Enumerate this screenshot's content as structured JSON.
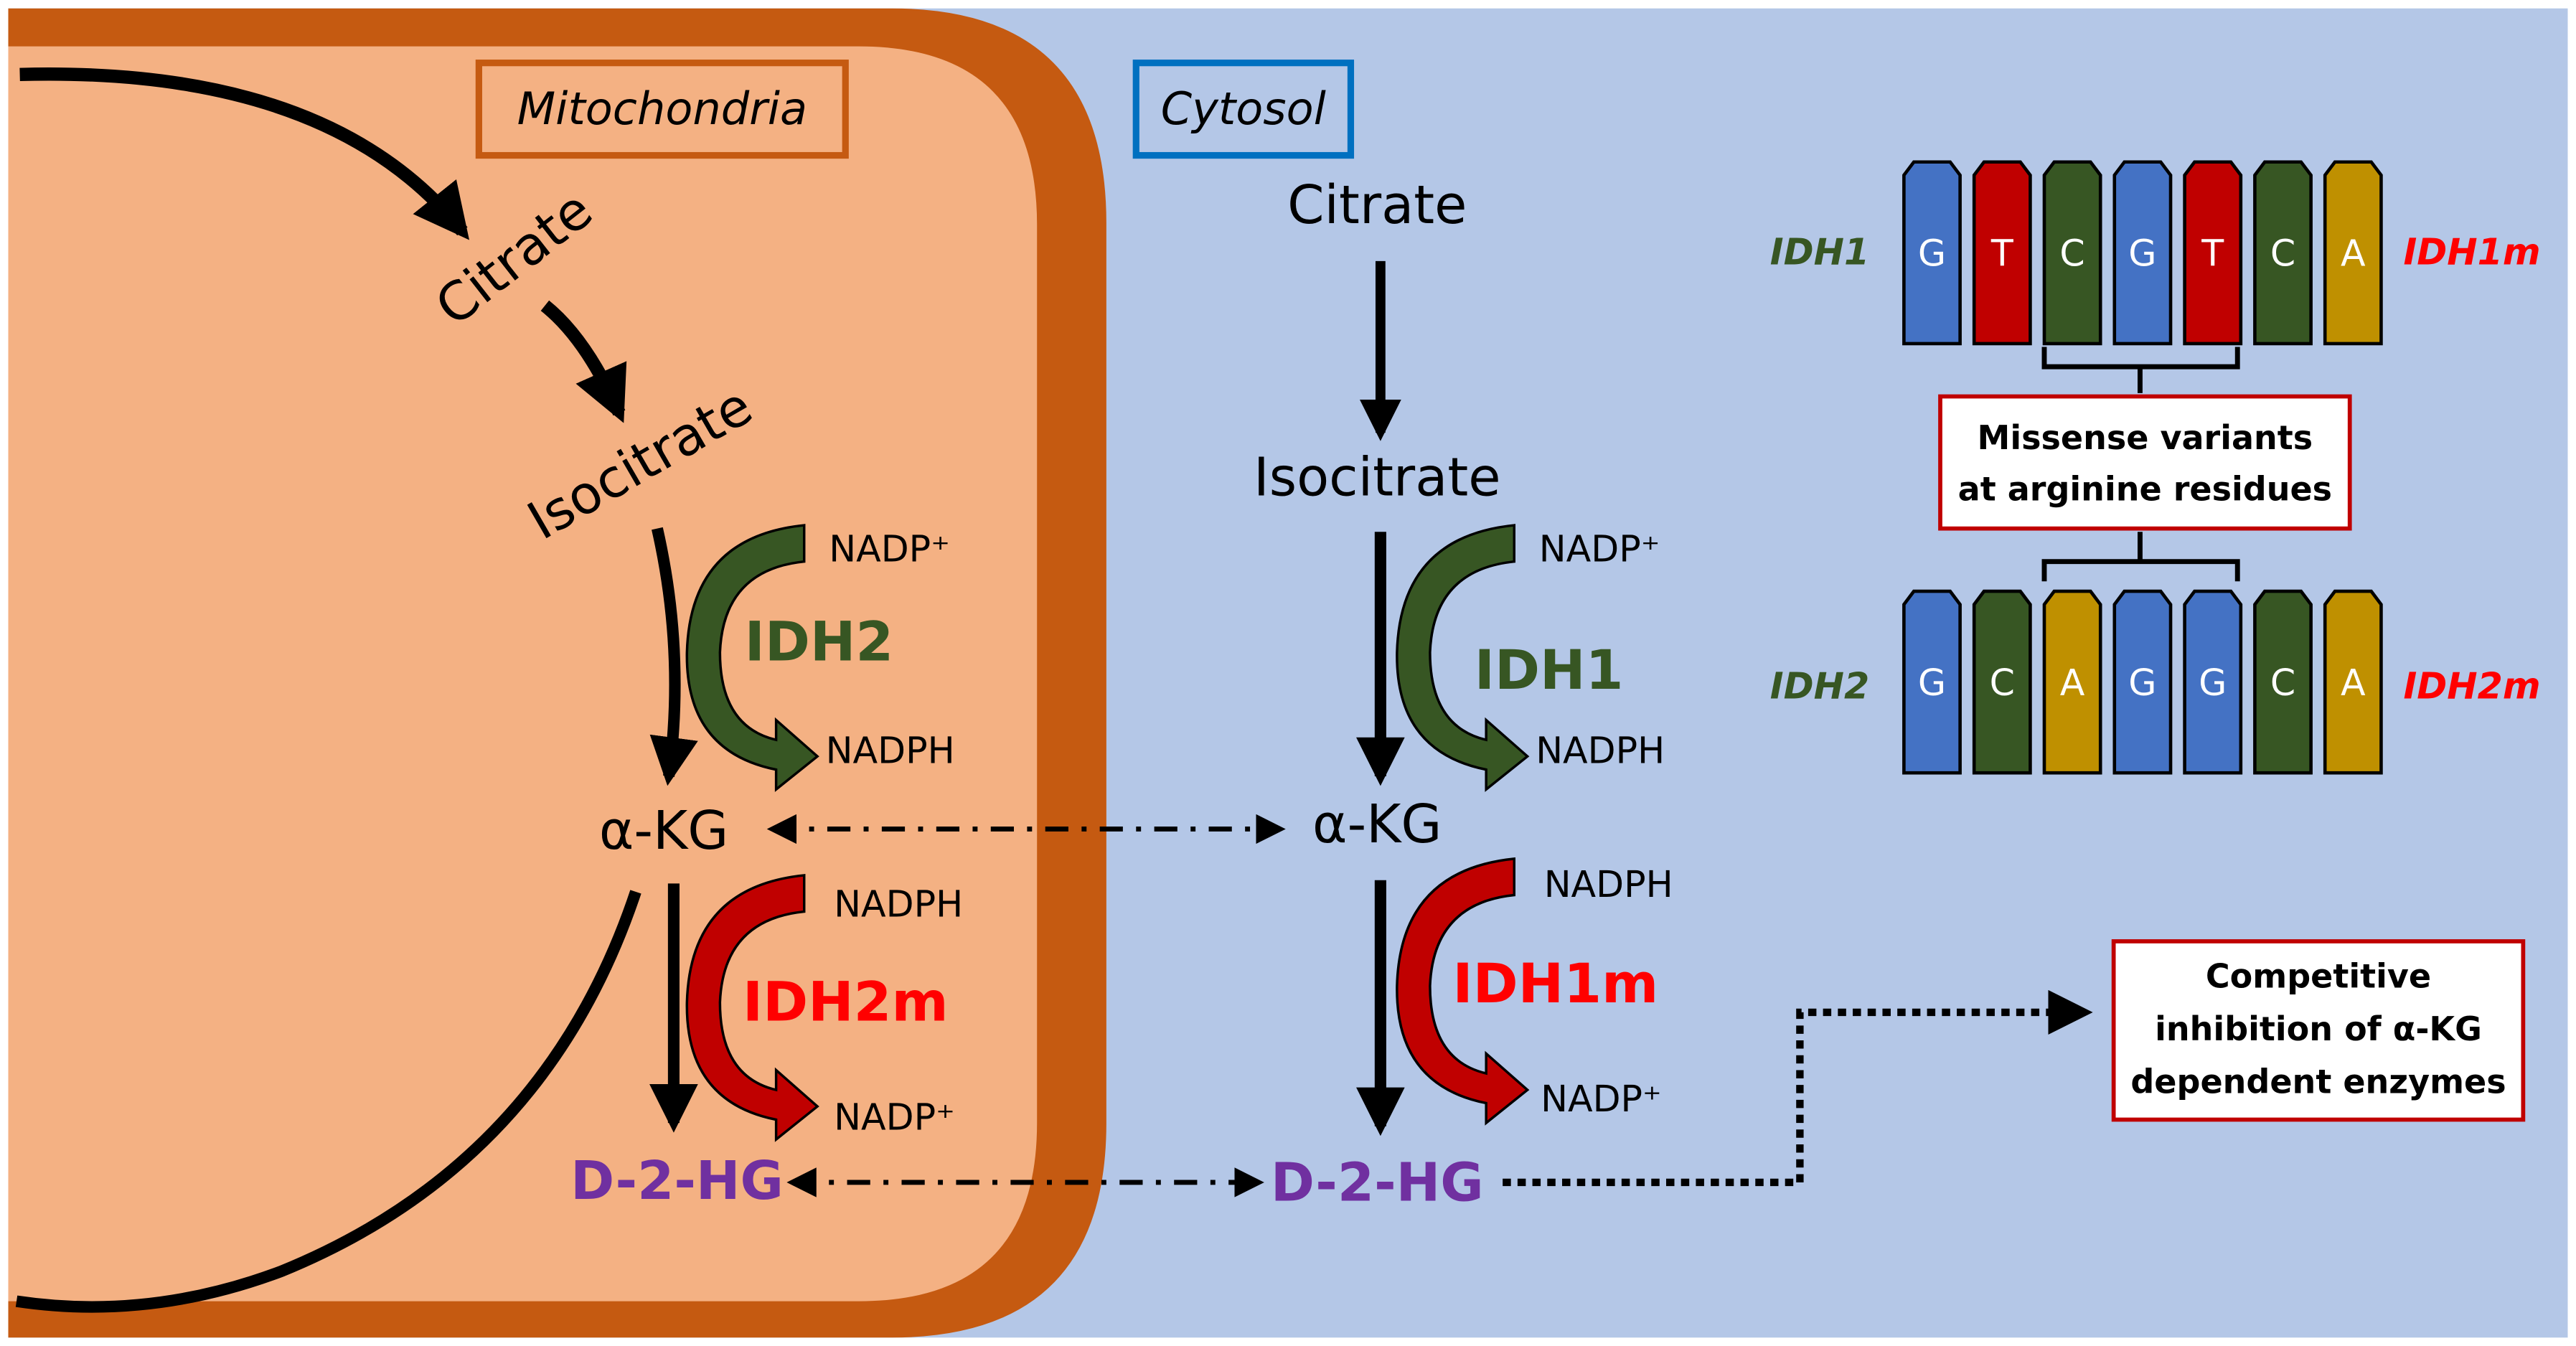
{
  "colors": {
    "mito_outer": "#c55a11",
    "mito_inner": "#f4b183",
    "cytosol": "#b4c7e7",
    "green": "#375623",
    "red": "#ff0000",
    "darkred": "#c00000",
    "purple": "#7030a0",
    "base_G": "#4472c4",
    "base_T": "#c00000",
    "base_C_idh1": "#375623",
    "base_A": "#bf9000",
    "label_mito_border": "#c55a11",
    "label_cyto_border": "#0070c0"
  },
  "mitochondria": {
    "label": "Mitochondria",
    "citrate": "Citrate",
    "isocitrate": "Isocitrate",
    "cofactor_in": "NADP⁺",
    "enzyme": "IDH2",
    "cofactor_out": "NADPH",
    "akg": "α-KG",
    "mut_cofactor_in": "NADPH",
    "mut_enzyme": "IDH2m",
    "mut_cofactor_out": "NADP⁺",
    "d2hg": "D-2-HG"
  },
  "cytosol": {
    "label": "Cytosol",
    "citrate": "Citrate",
    "isocitrate": "Isocitrate",
    "cofactor_in": "NADP⁺",
    "enzyme": "IDH1",
    "cofactor_out": "NADPH",
    "akg": "α-KG",
    "mut_cofactor_in": "NADPH",
    "mut_enzyme": "IDH1m",
    "mut_cofactor_out": "NADP⁺",
    "d2hg": "D-2-HG"
  },
  "sequences": {
    "idh1": {
      "left_label": "IDH1",
      "right_label": "IDH1m",
      "bases": [
        "G",
        "T",
        "C",
        "G",
        "T",
        "C",
        "A"
      ]
    },
    "idh2": {
      "left_label": "IDH2",
      "right_label": "IDH2m",
      "bases": [
        "G",
        "C",
        "A",
        "G",
        "G",
        "C",
        "A"
      ]
    },
    "missense_box": {
      "line1": "Missense variants",
      "line2": "at arginine residues"
    }
  },
  "outcome_box": {
    "line1": "Competitive",
    "line2": "inhibition of α-KG",
    "line3": "dependent enzymes"
  }
}
